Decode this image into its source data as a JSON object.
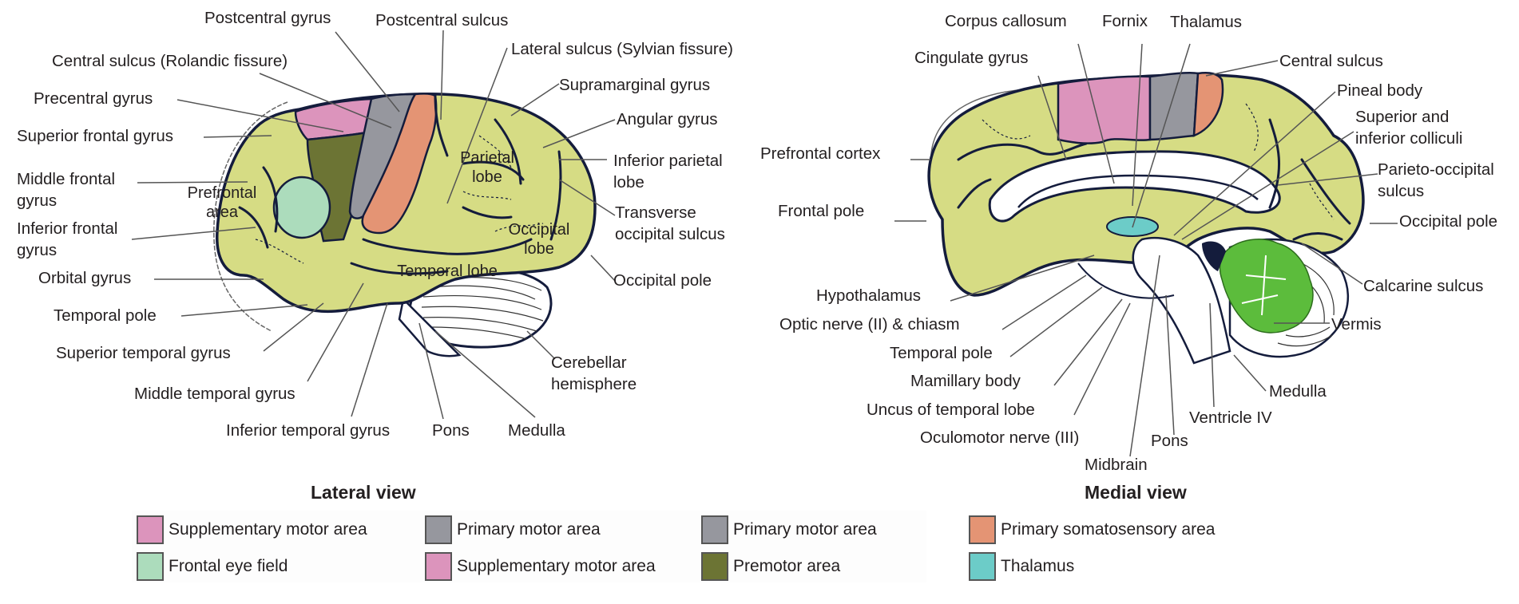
{
  "lateral": {
    "title": "Lateral view",
    "labels": {
      "postcentral_gyrus": "Postcentral gyrus",
      "postcentral_sulcus": "Postcentral sulcus",
      "lateral_sulcus": "Lateral sulcus (Sylvian fissure)",
      "central_sulcus": "Central sulcus (Rolandic fissure)",
      "supramarginal_gyrus": "Supramarginal gyrus",
      "precentral_gyrus": "Precentral gyrus",
      "angular_gyrus": "Angular gyrus",
      "superior_frontal_gyrus": "Superior frontal gyrus",
      "inferior_parietal_lobe": "Inferior parietal lobe",
      "middle_frontal_gyrus": "Middle frontal gyrus",
      "transverse_occipital_sulcus": "Transverse occipital sulcus",
      "inferior_frontal_gyrus": "Inferior frontal gyrus",
      "orbital_gyrus": "Orbital gyrus",
      "occipital_pole": "Occipital pole",
      "temporal_pole": "Temporal pole",
      "superior_temporal_gyrus": "Superior temporal gyrus",
      "cerebellar_hemisphere": "Cerebellar hemisphere",
      "middle_temporal_gyrus": "Middle temporal gyrus",
      "inferior_temporal_gyrus": "Inferior temporal gyrus",
      "pons": "Pons",
      "medulla": "Medulla"
    },
    "regions": {
      "prefrontal_area": "Prefrontal area",
      "parietal_lobe": "Parietal lobe",
      "occipital_lobe": "Occipital lobe",
      "temporal_lobe": "Temporal lobe"
    }
  },
  "medial": {
    "title": "Medial view",
    "labels": {
      "corpus_callosum": "Corpus callosum",
      "fornix": "Fornix",
      "thalamus": "Thalamus",
      "cingulate_gyrus": "Cingulate gyrus",
      "central_sulcus": "Central sulcus",
      "pineal_body": "Pineal body",
      "colliculi": "Superior and inferior colliculi",
      "prefrontal_cortex": "Prefrontal cortex",
      "parieto_occipital_sulcus": "Parieto-occipital sulcus",
      "frontal_pole": "Frontal pole",
      "occipital_pole": "Occipital pole",
      "hypothalamus": "Hypothalamus",
      "calcarine_sulcus": "Calcarine sulcus",
      "optic_nerve": "Optic nerve (II) & chiasm",
      "vermis": "Vermis",
      "temporal_pole": "Temporal pole",
      "mamillary_body": "Mamillary body",
      "medulla": "Medulla",
      "uncus": "Uncus of temporal lobe",
      "ventricle_iv": "Ventricle IV",
      "oculomotor_nerve": "Oculomotor nerve (III)",
      "pons": "Pons",
      "midbrain": "Midbrain"
    }
  },
  "colors": {
    "cortex": "#d6dc84",
    "supplementary_motor": "#dc94bc",
    "primary_motor": "#96979e",
    "primary_somatosensory": "#e49474",
    "frontal_eye_field": "#acdcbc",
    "premotor": "#6c7434",
    "thalamus": "#6cccc8",
    "vermis": "#5cbc3c",
    "outline": "#141c3c"
  },
  "legend": [
    {
      "label": "Supplementary motor area",
      "color": "#dc94bc"
    },
    {
      "label": "Frontal eye field",
      "color": "#acdcbc"
    },
    {
      "label": "Primary motor area",
      "color": "#96979e"
    },
    {
      "label": "Supplementary motor area",
      "color": "#dc94bc"
    },
    {
      "label": "Primary motor area",
      "color": "#96979e"
    },
    {
      "label": "Premotor area",
      "color": "#6c7434"
    },
    {
      "label": "Primary somatosensory area",
      "color": "#e49474"
    },
    {
      "label": "Thalamus",
      "color": "#6cccc8"
    }
  ]
}
